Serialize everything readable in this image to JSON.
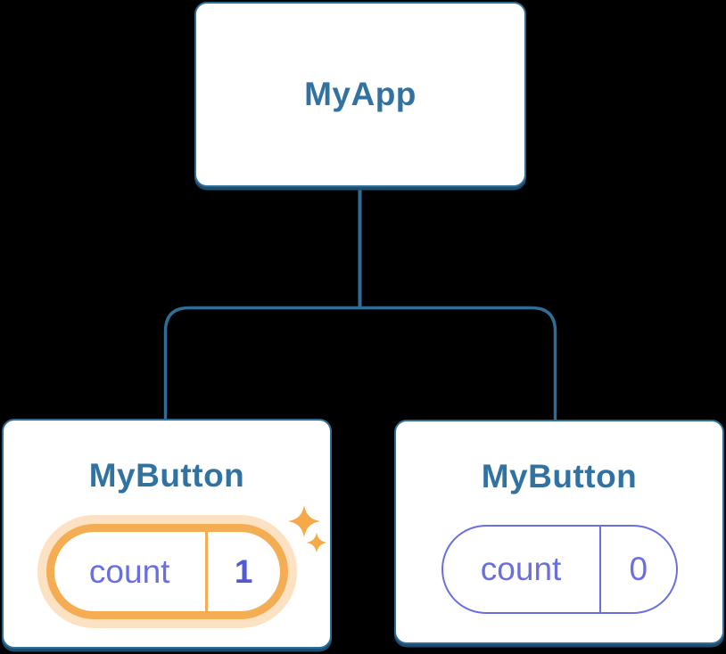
{
  "canvas": {
    "background": "#000000"
  },
  "diagram": {
    "root": {
      "label": "MyApp"
    },
    "children": [
      {
        "label": "MyButton",
        "state_key": "count",
        "state_value": "1",
        "highlighted": true
      },
      {
        "label": "MyButton",
        "state_key": "count",
        "state_value": "0",
        "highlighted": false
      }
    ]
  },
  "colors": {
    "canvas_background": "#000000",
    "node_fill": "#FFFFFF",
    "node_border_blue": "#2E6E96",
    "node_label_blue": "#3172A0",
    "node_shadow_blue": "#1D4D6E",
    "state_purple": "#6A6FDF",
    "state_value_bold_purple": "#5359CF",
    "highlight_orange": "#F5AD53",
    "highlight_halo": "rgba(245,173,83,0.35)",
    "sparkle_orange": "#F5A947"
  }
}
